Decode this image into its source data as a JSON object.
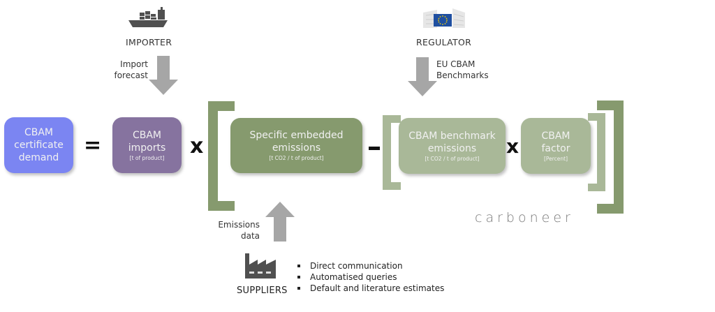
{
  "colors": {
    "demand": "#7b85f2",
    "imports": "#86739f",
    "embedded": "#869a6e",
    "benchmark": "#a9b898",
    "outer_bracket": "#869a6e",
    "inner_bracket": "#a9b898",
    "arrow": "#a6a6a6",
    "icon": "#505050",
    "eu_blue": "#1f4fa0",
    "eu_star": "#f5d000"
  },
  "actors": {
    "importer": {
      "label": "IMPORTER",
      "icon": "cargo-ship-icon",
      "arrow_label": [
        "Import",
        "forecast"
      ]
    },
    "regulator": {
      "label": "REGULATOR",
      "icon": "eu-commission-icon",
      "arrow_label": [
        "EU CBAM",
        "Benchmarks"
      ]
    },
    "suppliers": {
      "label": "SUPPLIERS",
      "icon": "factory-icon",
      "arrow_label": [
        "Emissions",
        "data"
      ],
      "sources": [
        "Direct communication",
        "Automatised queries",
        "Default and literature estimates"
      ]
    }
  },
  "formula": {
    "demand": {
      "lines": [
        "CBAM",
        "certificate",
        "demand"
      ]
    },
    "equals": "=",
    "imports": {
      "lines": [
        "CBAM",
        "imports"
      ],
      "unit": "[t of product]"
    },
    "times1": "x",
    "embedded": {
      "lines": [
        "Specific embedded",
        "emissions"
      ],
      "unit": "[t CO2 / t of product]"
    },
    "minus": "-",
    "benchmark": {
      "lines": [
        "CBAM benchmark",
        "emissions"
      ],
      "unit": "[t CO2 / t of product]"
    },
    "times2": "x",
    "factor": {
      "lines": [
        "CBAM",
        "factor"
      ],
      "unit": "[Percent]"
    }
  },
  "brand": "carboneer"
}
